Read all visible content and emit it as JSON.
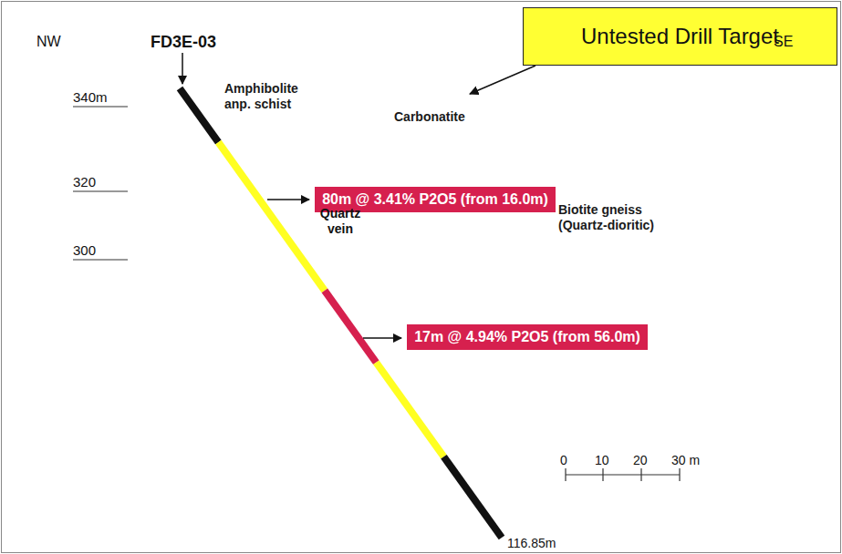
{
  "diagram": {
    "nodes": [
      {
        "text": [
          "Untested Drill Target"
        ]
      },
      {
        "text": [
          "Amphibolite anp. schist"
        ]
      },
      {
        "text": [
          "Carbonatite"
        ]
      },
      {
        "text": [
          "Biotite gneiss (Quartz-dioritic)"
        ]
      },
      {
        "text": [
          "80m @ 3.41% P2O5 (from 16.0m)"
        ]
      },
      {
        "text": [
          "17m @ 4.94% P2O5 (from 56.0m)"
        ]
      }
    ],
    "edges": [
      {
        "from": 0,
        "to": 2,
        "arrow": "to"
      }
    ],
    "labels": [
      "NW",
      "SE",
      "FD3E-03",
      "340m",
      "320",
      "300",
      "Quartz vein",
      "0",
      "10",
      "20",
      "30 m",
      "116.85m"
    ]
  }
}
